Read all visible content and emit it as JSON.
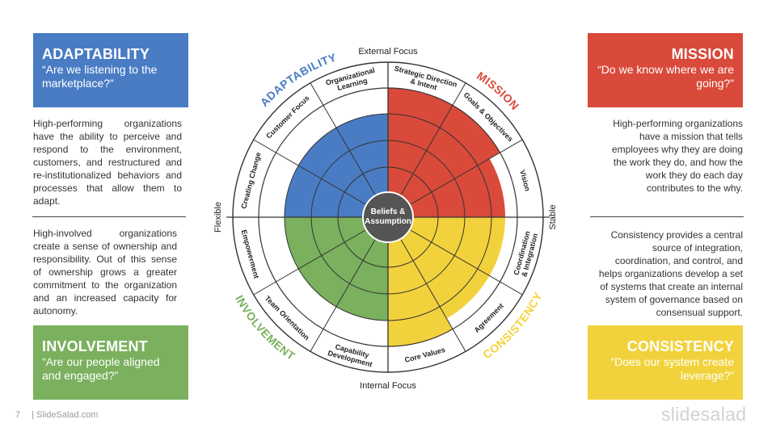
{
  "adaptability": {
    "title": "ADAPTABILITY",
    "question": "“Are we listening to the marketplace?”",
    "text": "High-performing organizations have the ability to perceive and respond to the environment, customers, and restructured and re-institutionalized behaviors and processes that allow them to adapt."
  },
  "involvement": {
    "title": "INVOLVEMENT",
    "question": "“Are our people aligned and engaged?”",
    "text": "High-involved organizations create a sense of ownership and responsibility. Out of this sense of ownership grows a greater commitment to the organization and an increased capacity for autonomy."
  },
  "mission": {
    "title": "MISSION",
    "question": "“Do we know where we are going?”",
    "text": "High-performing organizations have a mission that tells employees why they are doing the work they do, and how the work they do each day contributes to the why."
  },
  "consistency": {
    "title": "CONSISTENCY",
    "question": "“Does our system create leverage?”",
    "text": "Consistency provides a central source of integration, coordination, and control, and helps organizations develop a set of systems that create an internal system of governance based on consensual support."
  },
  "wheel": {
    "center": [
      "Beliefs &",
      "Assumption"
    ],
    "axes": {
      "top": "External Focus",
      "bottom": "Internal Focus",
      "left": "Flexible",
      "right": "Stable"
    },
    "traits": [
      {
        "key": "adaptability",
        "label": "ADAPTABILITY",
        "color": "#4a7cc4"
      },
      {
        "key": "mission",
        "label": "MISSION",
        "color": "#d94a3a"
      },
      {
        "key": "consistency",
        "label": "CONSISTENCY",
        "color": "#f2d23c"
      },
      {
        "key": "involvement",
        "label": "INVOLVEMENT",
        "color": "#7ab05e"
      }
    ],
    "segments": [
      {
        "lines": [
          "Strategic Direction",
          "& Intent"
        ]
      },
      {
        "lines": [
          "Goals & Objectives"
        ]
      },
      {
        "lines": [
          "Vision"
        ]
      },
      {
        "lines": [
          "Coordination",
          "& Integration"
        ]
      },
      {
        "lines": [
          "Agreement"
        ]
      },
      {
        "lines": [
          "Core Values"
        ]
      },
      {
        "lines": [
          "Capability",
          "Development"
        ]
      },
      {
        "lines": [
          "Team Orientation"
        ]
      },
      {
        "lines": [
          "Empowerment"
        ]
      },
      {
        "lines": [
          "Creating Change"
        ]
      },
      {
        "lines": [
          "Customer Focus"
        ]
      },
      {
        "lines": [
          "Organizational",
          "Learning"
        ]
      }
    ]
  },
  "footer": {
    "page": "7",
    "site": "| SlideSalad.com",
    "brand": "slidesalad"
  }
}
